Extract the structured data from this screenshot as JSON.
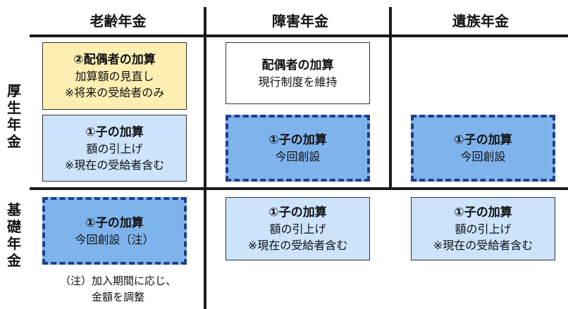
{
  "headers": [
    "老齢年金",
    "障害年金",
    "遺族年金"
  ],
  "row_labels": [
    [
      "厚",
      "生",
      "年",
      "金"
    ],
    [
      "基",
      "礎",
      "年",
      "金"
    ]
  ],
  "boxes": {
    "old_spouse": {
      "title": "②配偶者の加算",
      "lines": [
        "加算額の見直し",
        "※将来の受給者のみ"
      ]
    },
    "dis_spouse": {
      "title": "配偶者の加算",
      "lines": [
        "現行制度を維持"
      ]
    },
    "old_child_k": {
      "title": "①子の加算",
      "lines": [
        "額の引上げ",
        "※現在の受給者含む"
      ]
    },
    "dis_child_k": {
      "title": "①子の加算",
      "lines": [
        "今回創設"
      ]
    },
    "surv_child_k": {
      "title": "①子の加算",
      "lines": [
        "今回創設"
      ]
    },
    "old_child_b": {
      "title": "①子の加算",
      "lines": [
        "今回創設（注）"
      ]
    },
    "dis_child_b": {
      "title": "①子の加算",
      "lines": [
        "額の引上げ",
        "※現在の受給者含む"
      ]
    },
    "surv_child_b": {
      "title": "①子の加算",
      "lines": [
        "額の引上げ",
        "※現在の受給者含む"
      ]
    }
  },
  "note": [
    "（注）加入期間に応じ、",
    "金額を調整"
  ],
  "colors": {
    "yellow_fill": "#fdeeb2",
    "light_blue_fill": "#cce3fb",
    "blue_fill": "#7fb3ec",
    "dash_border": "#1f3f86",
    "grid_line": "#1a1a1a"
  }
}
